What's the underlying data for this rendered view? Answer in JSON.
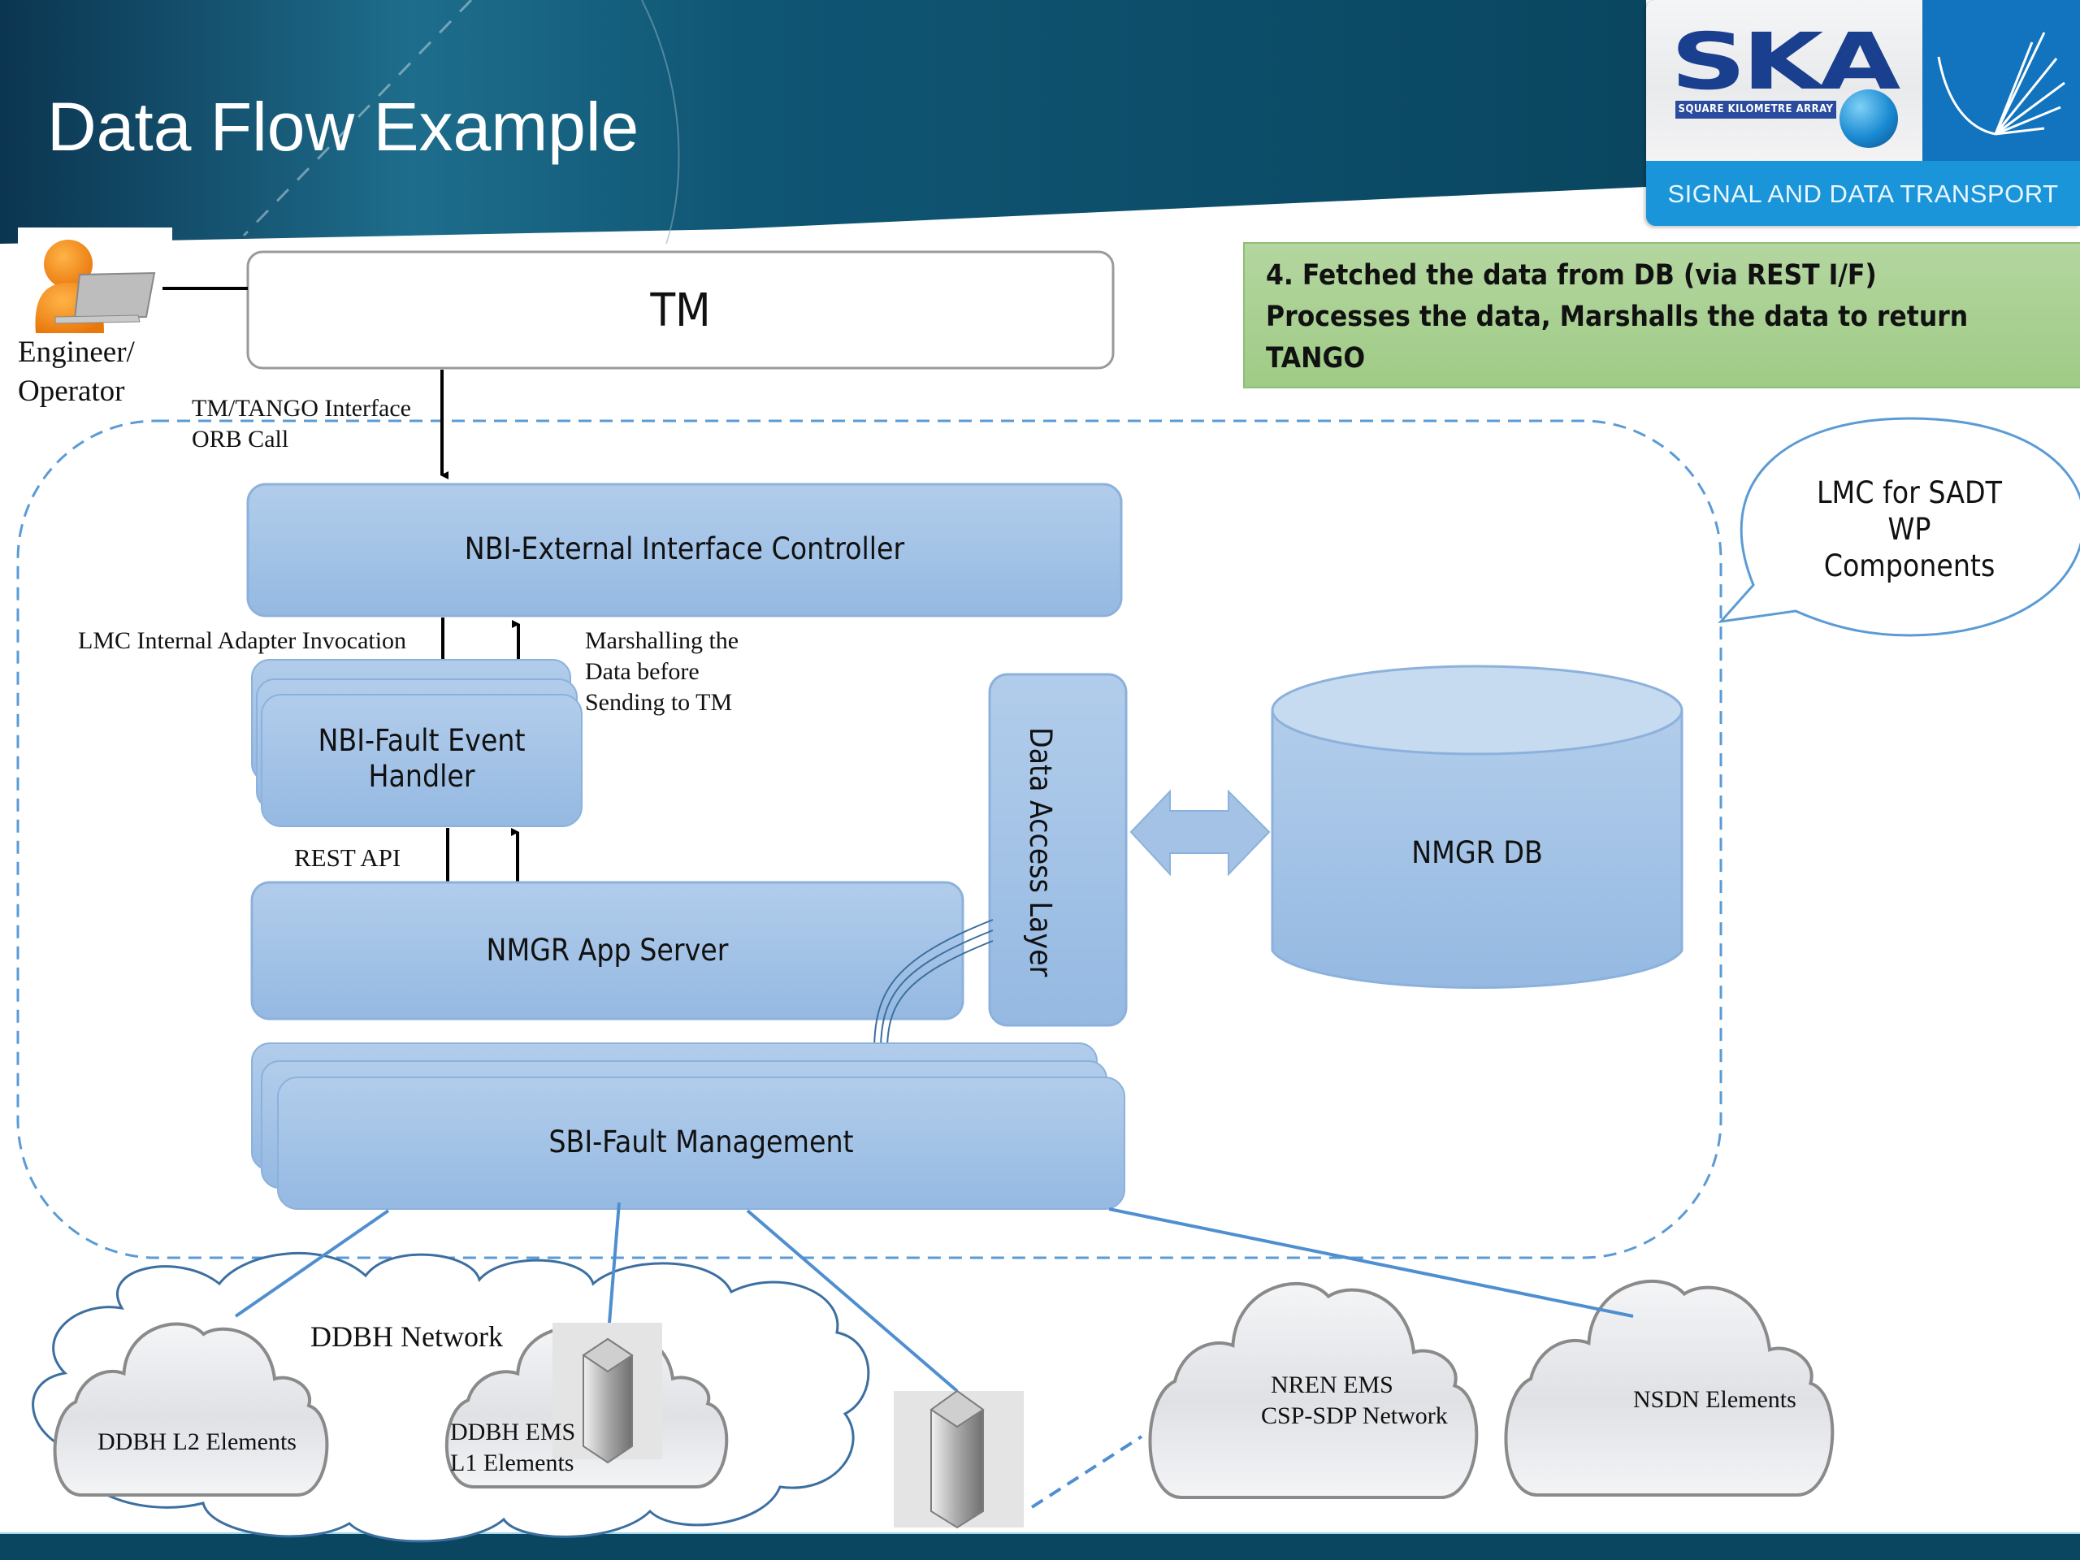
{
  "slide": {
    "title": "Data Flow Example",
    "colors": {
      "header_band": "#0c4a66",
      "box_fill": "#a4c2e6",
      "box_stroke": "#7aa5d6",
      "dashed_boundary": "#5b9bd5",
      "connector": "#4f8fd0",
      "note_fill": "#a8d191",
      "logo_blue": "#1a95d9"
    }
  },
  "logo": {
    "wordmark": "SKA",
    "subtitle": "SQUARE KILOMETRE ARRAY",
    "footer": "SIGNAL AND DATA TRANSPORT"
  },
  "note": {
    "lines": [
      "4. Fetched the data from DB (via REST I/F)",
      "Processes the data, Marshalls the data to return",
      "TANGO"
    ]
  },
  "actor": {
    "icon": "engineer-laptop-icon",
    "label_lines": [
      "Engineer/",
      "Operator"
    ]
  },
  "tm_box": {
    "label": "TM"
  },
  "callout": {
    "lines": [
      "LMC for SADT",
      "WP",
      "Components"
    ]
  },
  "edges": {
    "tm_tango": [
      "TM/TANGO Interface",
      "ORB Call"
    ],
    "lmc_internal": "LMC Internal Adapter Invocation",
    "marshalling": [
      "Marshalling the",
      "Data before",
      "Sending to TM"
    ],
    "rest_api": "REST API"
  },
  "boxes": {
    "nbi_external": "NBI-External Interface Controller",
    "nbi_fault": [
      "NBI-Fault Event",
      "Handler"
    ],
    "nmgr_app": "NMGR App Server",
    "data_access": "Data Access Layer",
    "nmgr_db": "NMGR DB",
    "sbi_fault": "SBI-Fault Management"
  },
  "networks": {
    "ddbh_network": "DDBH Network",
    "ddbh_l2": "DDBH L2 Elements",
    "ddbh_ems": [
      "DDBH EMS",
      "L1 Elements"
    ],
    "nren_ems": [
      "NREN EMS",
      "CSP-SDP Network"
    ],
    "nsdn": "NSDN Elements"
  },
  "icons": [
    "engineer-laptop-icon",
    "server-icon",
    "cloud-icon",
    "database-cylinder-icon",
    "double-arrow-icon",
    "radio-dish-icon"
  ]
}
